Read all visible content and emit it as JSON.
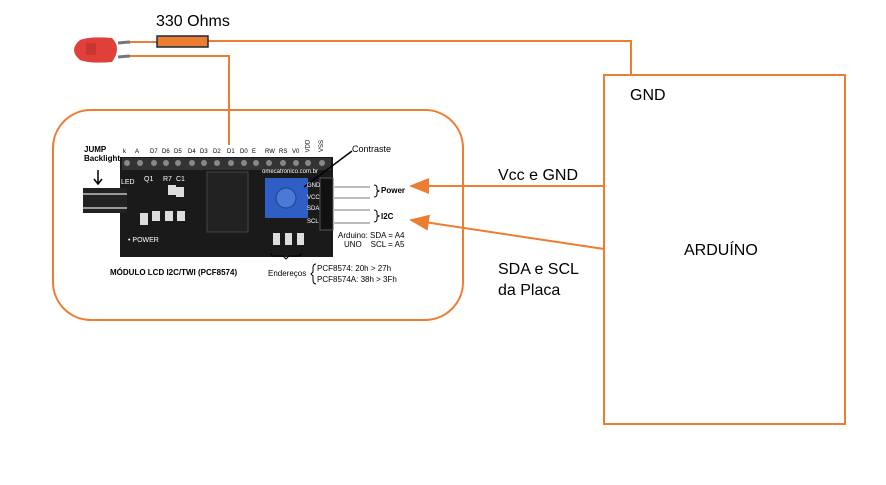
{
  "colors": {
    "wire": "#ED7D31",
    "board": "#1a1a1a",
    "pot": "#2f5fc4",
    "led": "#e0403a"
  },
  "resistor_label": "330 Ohms",
  "arduino": {
    "title": "ARDUÍNO",
    "gnd": "GND"
  },
  "arrows": {
    "power_label": "Vcc e GND",
    "i2c_label_line1": "SDA e SCL",
    "i2c_label_line2": "da Placa"
  },
  "module": {
    "pins": [
      "k",
      "A",
      "D7",
      "D6",
      "D5",
      "D4",
      "D3",
      "D2",
      "D1",
      "D0",
      "E",
      "RW",
      "RS",
      "V0",
      "VDD",
      "VSS"
    ],
    "jump_line1": "JUMP",
    "jump_line2": "Backlight",
    "led": "LED",
    "q1": "Q1",
    "r7": "R7",
    "c1": "C1",
    "power_led": "• POWER",
    "site": "omecatronico.com.br",
    "contrast": "Contraste",
    "header_pins": [
      "GND",
      "VCC",
      "SDA",
      "SCL"
    ],
    "power": "Power",
    "i2c": "I2C",
    "arduino_line1": "Arduino: SDA = A4",
    "arduino_line2": "UNO    SCL = A5",
    "title": "MÓDULO LCD I2C/TWI (PCF8574)",
    "addresses": "Endereços",
    "addr1": "PCF8574: 20h > 27h",
    "addr2": "PCF8574A: 38h > 3Fh"
  }
}
